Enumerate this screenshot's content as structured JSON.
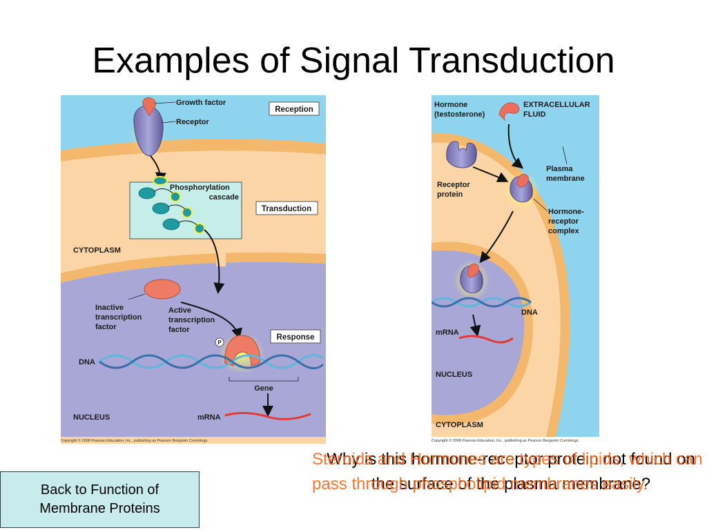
{
  "slide": {
    "title": "Examples of Signal Transduction"
  },
  "left_figure": {
    "growth_factor": "Growth factor",
    "receptor": "Receptor",
    "reception": "Reception",
    "phosphorylation_1": "Phosphorylation",
    "phosphorylation_2": "cascade",
    "transduction": "Transduction",
    "cytoplasm": "CYTOPLASM",
    "inactive_1": "Inactive",
    "inactive_2": "transcription",
    "inactive_3": "factor",
    "active_1": "Active",
    "active_2": "transcription",
    "active_3": "factor",
    "p_marker": "P",
    "response": "Response",
    "dna": "DNA",
    "gene": "Gene",
    "nucleus": "NUCLEUS",
    "mrna": "mRNA",
    "copyright": "Copyright © 2008 Pearson Education, Inc., publishing as Pearson Benjamin Cummings."
  },
  "right_figure": {
    "hormone_1": "Hormone",
    "hormone_2": "(testosterone)",
    "extracellular_1": "EXTRACELLULAR",
    "extracellular_2": "FLUID",
    "plasma_1": "Plasma",
    "plasma_2": "membrane",
    "receptor_1": "Receptor",
    "receptor_2": "protein",
    "complex_1": "Hormone-",
    "complex_2": "receptor",
    "complex_3": "complex",
    "dna": "DNA",
    "mrna": "mRNA",
    "nucleus": "NUCLEUS",
    "cytoplasm": "CYTOPLASM",
    "copyright": "Copyright © 2008 Pearson Education, Inc., publishing as Pearson Benjamin Cummings."
  },
  "question": {
    "text": "Why is this hormone-receptor protein not found on the surface of the plasma membrane?"
  },
  "answer": {
    "text": "Steroids and Hormones are types of lipids, which can pass through phospholipid membranes easily."
  },
  "nav": {
    "back_line1": "Back to Function of",
    "back_line2": "Membrane Proteins"
  },
  "colors": {
    "extracellular": "#8fd4ef",
    "cytoplasm": "#fbd5a6",
    "membrane": "#f4b86c",
    "nucleus": "#a9a7d6",
    "protein": "#8f8cc4",
    "factor": "#ee7b63",
    "kinase": "#1e9aa0",
    "answer": "#ff6a1f"
  }
}
